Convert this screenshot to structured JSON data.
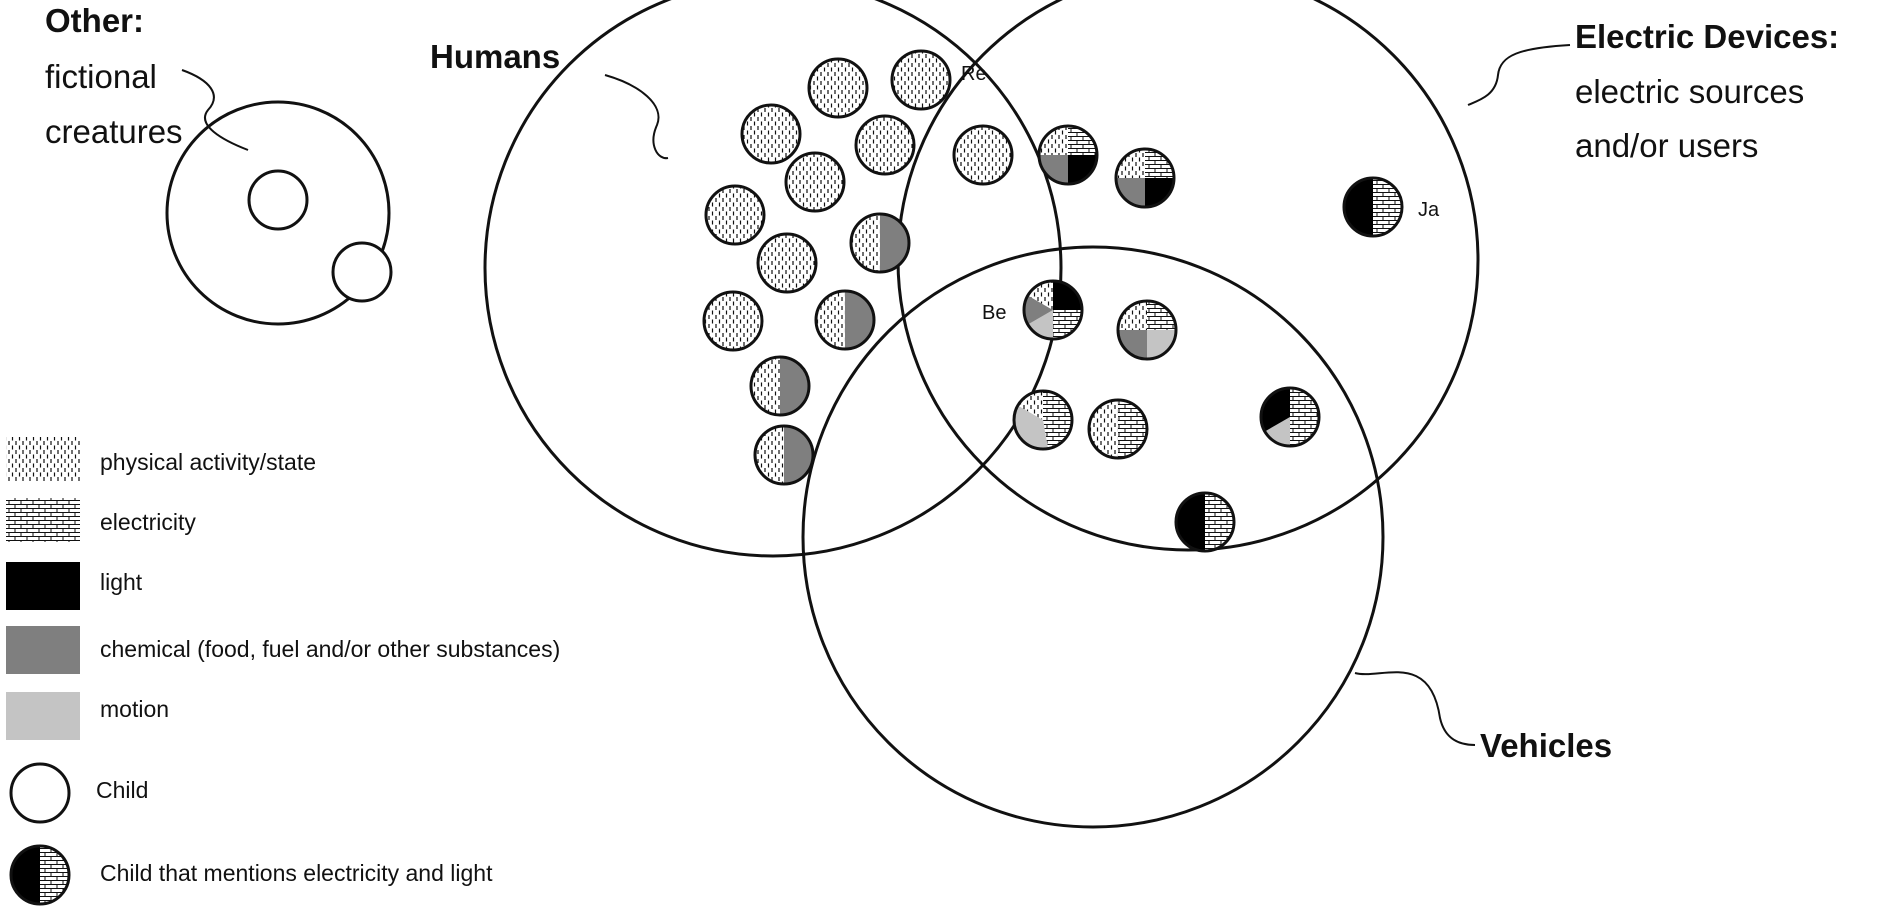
{
  "sectors": {
    "other": {
      "title": "Other:",
      "description": [
        "fictional",
        "creatures"
      ]
    },
    "humans": {
      "title": "Humans"
    },
    "electric_devices": {
      "title": "Electric Devices:",
      "description": [
        "electric sources",
        "and/or users"
      ]
    },
    "vehicles": {
      "title": "Vehicles"
    }
  },
  "child_labels": {
    "re": "Re",
    "be": "Be",
    "ja": "Ja"
  },
  "legend": [
    {
      "key": "physical",
      "label": "physical activity/state",
      "pattern": "dashes"
    },
    {
      "key": "electricity",
      "label": "electricity",
      "pattern": "bricks"
    },
    {
      "key": "light",
      "label": "light",
      "color": "#000000"
    },
    {
      "key": "chemical",
      "label": "chemical (food, fuel and/or other substances)",
      "color": "#7f7f7f"
    },
    {
      "key": "motion",
      "label": "motion",
      "color": "#c4c4c4"
    },
    {
      "key": "child",
      "label": "Child",
      "symbol": "empty-circle"
    },
    {
      "key": "child-electric-light",
      "label": "Child that mentions electricity and light",
      "symbol": "half-black-circle"
    }
  ],
  "colors": {
    "stroke": "#111111",
    "light": "#000000",
    "chemical": "#7f7f7f",
    "motion": "#c4c4c4"
  }
}
